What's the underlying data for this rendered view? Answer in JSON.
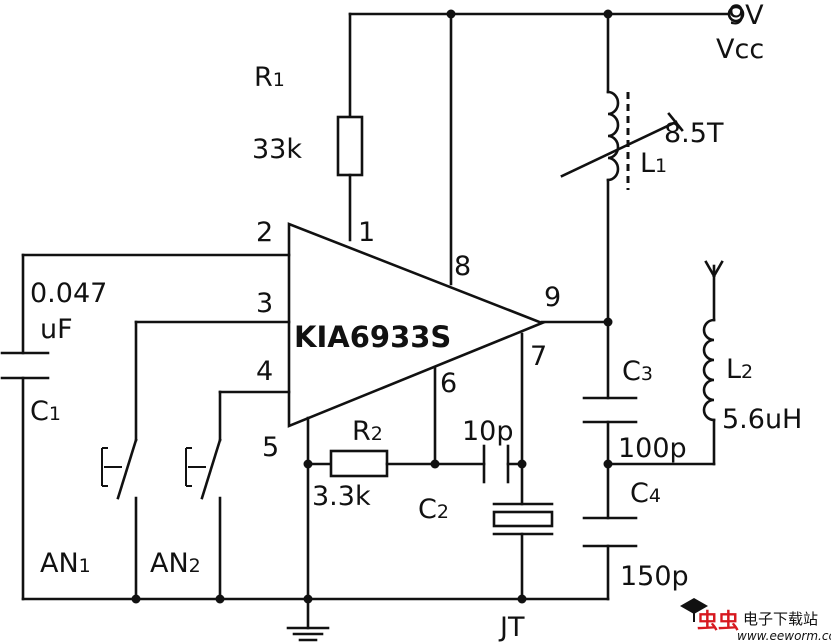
{
  "supply": {
    "voltage": "9V",
    "name": "Vcc"
  },
  "ic": {
    "name": "KIA6933S"
  },
  "pins": [
    "1",
    "2",
    "3",
    "4",
    "5",
    "6",
    "7",
    "8",
    "9"
  ],
  "r1": {
    "ref": "R",
    "sub": "1",
    "value": "33k"
  },
  "r2": {
    "ref": "R",
    "sub": "2",
    "value": "3.3k"
  },
  "c1": {
    "ref": "C",
    "sub": "1",
    "value_line1": "0.047",
    "value_line2": "uF"
  },
  "c2": {
    "ref": "C",
    "sub": "2",
    "value": "10p"
  },
  "c3": {
    "ref": "C",
    "sub": "3",
    "value": "100p"
  },
  "c4": {
    "ref": "C",
    "sub": "4",
    "value": "150p"
  },
  "l1": {
    "ref": "L",
    "sub": "1",
    "value": "8.5T"
  },
  "l2": {
    "ref": "L",
    "sub": "2",
    "value": "5.6uH"
  },
  "an1": {
    "ref": "AN",
    "sub": "1"
  },
  "an2": {
    "ref": "AN",
    "sub": "2"
  },
  "crystal": {
    "ref": "JT"
  },
  "watermark": {
    "brand": "虫虫",
    "tagline": "电子下载站",
    "url": "www.eeworm.com"
  }
}
